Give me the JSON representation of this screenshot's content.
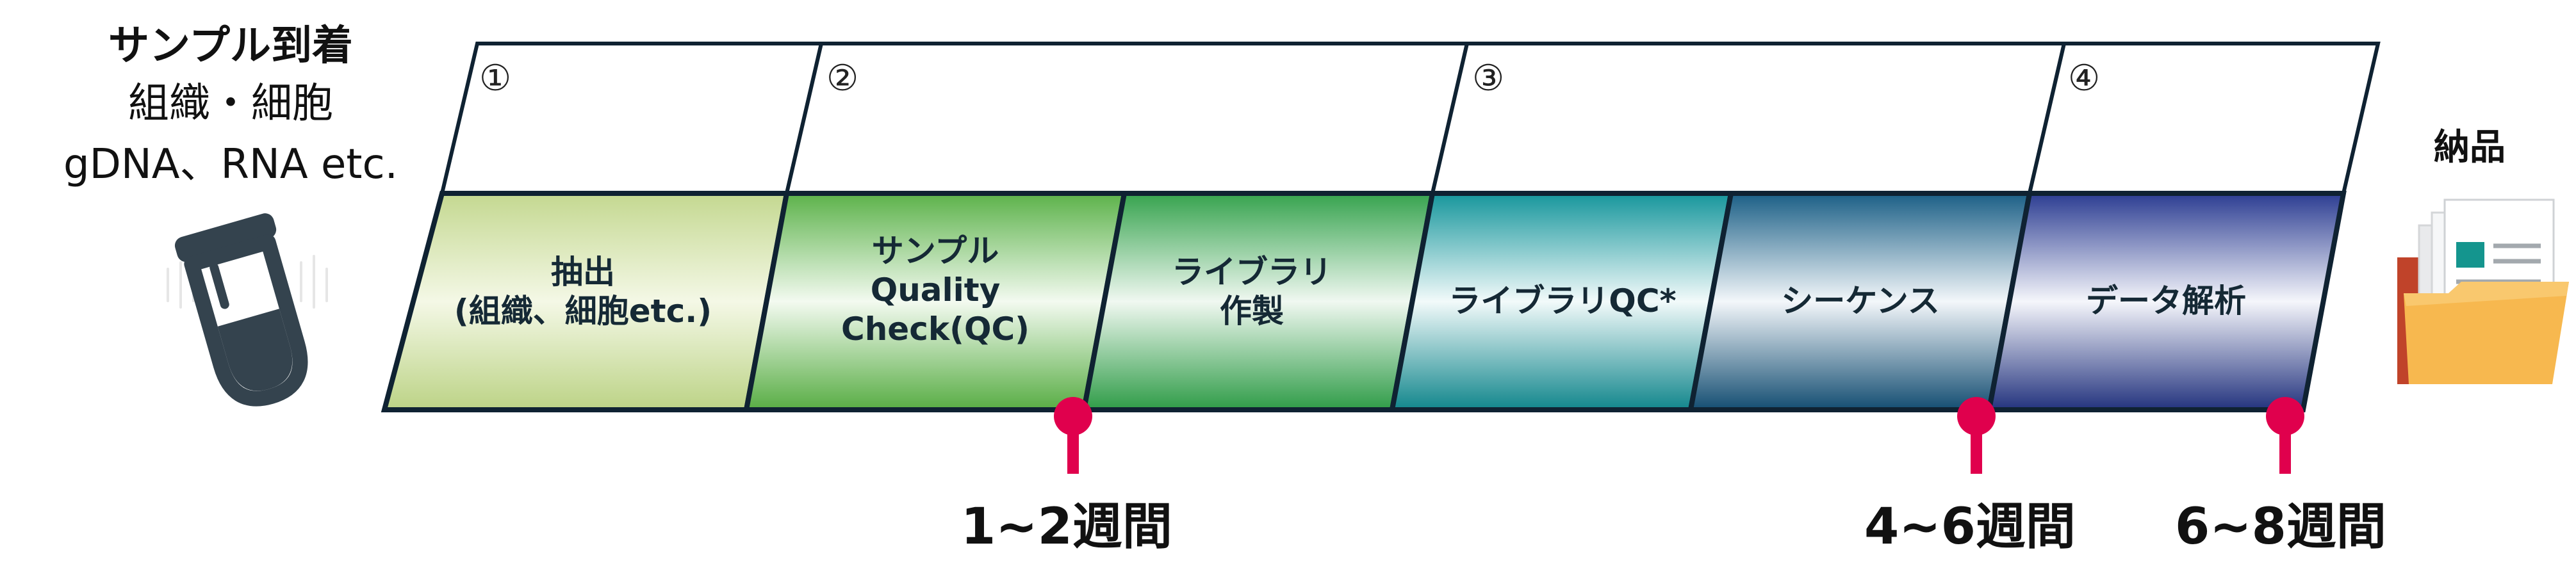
{
  "intro": {
    "title": "サンプル到着",
    "line1": "組織・細胞",
    "line2": "gDNA、RNA etc."
  },
  "steps": [
    "①",
    "②",
    "③",
    "④"
  ],
  "stages": [
    {
      "lines": [
        "抽出",
        "(組織、細胞etc.)"
      ]
    },
    {
      "lines": [
        "サンプル",
        "Quality",
        "Check(QC)"
      ]
    },
    {
      "lines": [
        "ライブラリ",
        "作製"
      ]
    },
    {
      "lines": [
        "ライブラリQC*"
      ]
    },
    {
      "lines": [
        "シーケンス"
      ]
    },
    {
      "lines": [
        "データ解析"
      ]
    }
  ],
  "milestones": [
    "1~2週間",
    "4~6週間",
    "6~8週間"
  ],
  "delivery": {
    "label": "納品"
  },
  "icons": [
    "test-tube-icon",
    "folder-document-icon"
  ],
  "colors": {
    "outline": "#0f2232",
    "milestone": "#e0004d"
  }
}
